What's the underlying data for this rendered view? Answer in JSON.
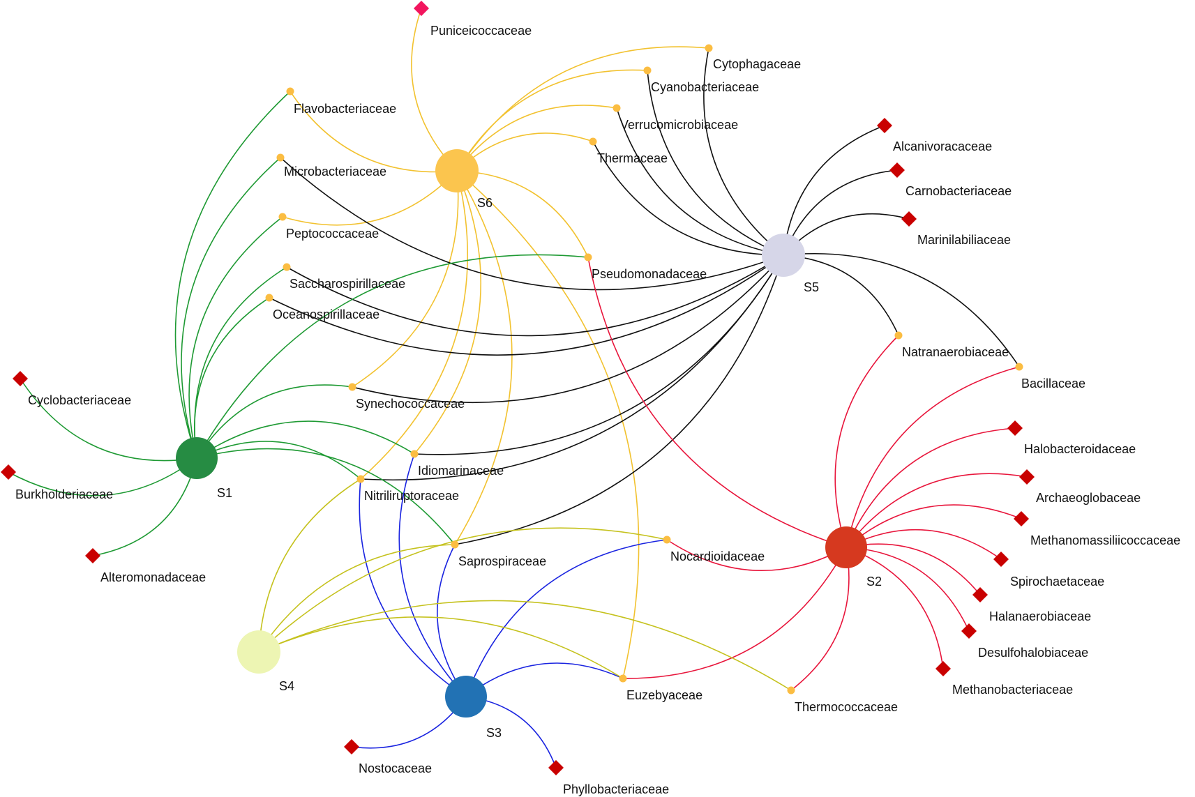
{
  "colors": {
    "S1": "#268c43",
    "S2": "#d6391f",
    "S3": "#2272b4",
    "S4": "#edf5b3",
    "S5": "#d6d6e8",
    "S6": "#fbc54e",
    "edge_S1": "#1f9a34",
    "edge_S2": "#e8163c",
    "edge_S3": "#1a24e0",
    "edge_S4": "#c5c21e",
    "edge_S5": "#111111",
    "edge_S6": "#f2c230",
    "shared_node": "#fbbd42",
    "unique_node": "#c90000",
    "unique_node_alt": "#f2155e"
  },
  "samples": [
    {
      "id": "S1",
      "label": "S1"
    },
    {
      "id": "S2",
      "label": "S2"
    },
    {
      "id": "S3",
      "label": "S3"
    },
    {
      "id": "S4",
      "label": "S4"
    },
    {
      "id": "S5",
      "label": "S5"
    },
    {
      "id": "S6",
      "label": "S6"
    }
  ],
  "families": [
    {
      "id": "puniceicoccaceae",
      "label": "Puniceicoccaceae",
      "kind": "unique",
      "color": "#f2155e"
    },
    {
      "id": "cytophagaceae",
      "label": "Cytophagaceae",
      "kind": "shared"
    },
    {
      "id": "cyanobacteriaceae",
      "label": "Cyanobacteriaceae",
      "kind": "shared"
    },
    {
      "id": "verrucomicrobiaceae",
      "label": "Verrucomicrobiaceae",
      "kind": "shared"
    },
    {
      "id": "thermaceae",
      "label": "Thermaceae",
      "kind": "shared"
    },
    {
      "id": "flavobacteriaceae",
      "label": "Flavobacteriaceae",
      "kind": "shared"
    },
    {
      "id": "microbacteriaceae",
      "label": "Microbacteriaceae",
      "kind": "shared"
    },
    {
      "id": "peptococcaceae",
      "label": "Peptococcaceae",
      "kind": "shared"
    },
    {
      "id": "saccharospirillaceae",
      "label": "Saccharospirillaceae",
      "kind": "shared"
    },
    {
      "id": "oceanospirillaceae",
      "label": "Oceanospirillaceae",
      "kind": "shared"
    },
    {
      "id": "pseudomonadaceae",
      "label": "Pseudomonadaceae",
      "kind": "shared"
    },
    {
      "id": "synechococcaceae",
      "label": "Synechococcaceae",
      "kind": "shared"
    },
    {
      "id": "idiomarinaceae",
      "label": "Idiomarinaceae",
      "kind": "shared"
    },
    {
      "id": "nitriliruptoraceae",
      "label": "Nitriliruptoraceae",
      "kind": "shared"
    },
    {
      "id": "saprospiraceae",
      "label": "Saprospiraceae",
      "kind": "shared"
    },
    {
      "id": "nocardioidaceae",
      "label": "Nocardioidaceae",
      "kind": "shared"
    },
    {
      "id": "euzebyaceae",
      "label": "Euzebyaceae",
      "kind": "shared"
    },
    {
      "id": "thermococcaceae",
      "label": "Thermococcaceae",
      "kind": "shared"
    },
    {
      "id": "natranaerobiaceae",
      "label": "Natranaerobiaceae",
      "kind": "shared"
    },
    {
      "id": "bacillaceae",
      "label": "Bacillaceae",
      "kind": "shared"
    },
    {
      "id": "alcanivoracaceae",
      "label": "Alcanivoracaceae",
      "kind": "unique"
    },
    {
      "id": "carnobacteriaceae",
      "label": "Carnobacteriaceae",
      "kind": "unique"
    },
    {
      "id": "marinilabiliaceae",
      "label": "Marinilabiliaceae",
      "kind": "unique"
    },
    {
      "id": "cyclobacteriaceae",
      "label": "Cyclobacteriaceae",
      "kind": "unique"
    },
    {
      "id": "burkholderiaceae",
      "label": "Burkholderiaceae",
      "kind": "unique"
    },
    {
      "id": "alteromonadaceae",
      "label": "Alteromonadaceae",
      "kind": "unique"
    },
    {
      "id": "halobacteroidaceae",
      "label": "Halobacteroidaceae",
      "kind": "unique"
    },
    {
      "id": "archaeoglobaceae",
      "label": "Archaeoglobaceae",
      "kind": "unique"
    },
    {
      "id": "methanomassiliicoccaceae",
      "label": "Methanomassiliicoccaceae",
      "kind": "unique"
    },
    {
      "id": "spirochaetaceae",
      "label": "Spirochaetaceae",
      "kind": "unique"
    },
    {
      "id": "halanaerobiaceae",
      "label": "Halanaerobiaceae",
      "kind": "unique"
    },
    {
      "id": "desulfohalobiaceae",
      "label": "Desulfohalobiaceae",
      "kind": "unique"
    },
    {
      "id": "methanobacteriaceae",
      "label": "Methanobacteriaceae",
      "kind": "unique"
    },
    {
      "id": "nostocaceae",
      "label": "Nostocaceae",
      "kind": "unique"
    },
    {
      "id": "phyllobacteriaceae",
      "label": "Phyllobacteriaceae",
      "kind": "unique"
    }
  ],
  "edges": [
    {
      "sample": "S6",
      "family": "puniceicoccaceae"
    },
    {
      "sample": "S6",
      "family": "cytophagaceae"
    },
    {
      "sample": "S6",
      "family": "cyanobacteriaceae"
    },
    {
      "sample": "S6",
      "family": "verrucomicrobiaceae"
    },
    {
      "sample": "S6",
      "family": "thermaceae"
    },
    {
      "sample": "S6",
      "family": "flavobacteriaceae"
    },
    {
      "sample": "S6",
      "family": "peptococcaceae"
    },
    {
      "sample": "S6",
      "family": "pseudomonadaceae"
    },
    {
      "sample": "S6",
      "family": "synechococcaceae"
    },
    {
      "sample": "S6",
      "family": "idiomarinaceae"
    },
    {
      "sample": "S6",
      "family": "nitriliruptoraceae"
    },
    {
      "sample": "S6",
      "family": "saprospiraceae"
    },
    {
      "sample": "S6",
      "family": "euzebyaceae"
    },
    {
      "sample": "S5",
      "family": "cytophagaceae"
    },
    {
      "sample": "S5",
      "family": "cyanobacteriaceae"
    },
    {
      "sample": "S5",
      "family": "verrucomicrobiaceae"
    },
    {
      "sample": "S5",
      "family": "thermaceae"
    },
    {
      "sample": "S5",
      "family": "microbacteriaceae"
    },
    {
      "sample": "S5",
      "family": "saccharospirillaceae"
    },
    {
      "sample": "S5",
      "family": "oceanospirillaceae"
    },
    {
      "sample": "S5",
      "family": "synechococcaceae"
    },
    {
      "sample": "S5",
      "family": "idiomarinaceae"
    },
    {
      "sample": "S5",
      "family": "nitriliruptoraceae"
    },
    {
      "sample": "S5",
      "family": "saprospiraceae"
    },
    {
      "sample": "S5",
      "family": "natranaerobiaceae"
    },
    {
      "sample": "S5",
      "family": "bacillaceae"
    },
    {
      "sample": "S5",
      "family": "alcanivoracaceae"
    },
    {
      "sample": "S5",
      "family": "carnobacteriaceae"
    },
    {
      "sample": "S5",
      "family": "marinilabiliaceae"
    },
    {
      "sample": "S1",
      "family": "flavobacteriaceae"
    },
    {
      "sample": "S1",
      "family": "microbacteriaceae"
    },
    {
      "sample": "S1",
      "family": "peptococcaceae"
    },
    {
      "sample": "S1",
      "family": "saccharospirillaceae"
    },
    {
      "sample": "S1",
      "family": "oceanospirillaceae"
    },
    {
      "sample": "S1",
      "family": "pseudomonadaceae"
    },
    {
      "sample": "S1",
      "family": "synechococcaceae"
    },
    {
      "sample": "S1",
      "family": "idiomarinaceae"
    },
    {
      "sample": "S1",
      "family": "nitriliruptoraceae"
    },
    {
      "sample": "S1",
      "family": "saprospiraceae"
    },
    {
      "sample": "S1",
      "family": "cyclobacteriaceae"
    },
    {
      "sample": "S1",
      "family": "burkholderiaceae"
    },
    {
      "sample": "S1",
      "family": "alteromonadaceae"
    },
    {
      "sample": "S2",
      "family": "pseudomonadaceae"
    },
    {
      "sample": "S2",
      "family": "natranaerobiaceae"
    },
    {
      "sample": "S2",
      "family": "bacillaceae"
    },
    {
      "sample": "S2",
      "family": "nocardioidaceae"
    },
    {
      "sample": "S2",
      "family": "euzebyaceae"
    },
    {
      "sample": "S2",
      "family": "thermococcaceae"
    },
    {
      "sample": "S2",
      "family": "halobacteroidaceae"
    },
    {
      "sample": "S2",
      "family": "archaeoglobaceae"
    },
    {
      "sample": "S2",
      "family": "methanomassiliicoccaceae"
    },
    {
      "sample": "S2",
      "family": "spirochaetaceae"
    },
    {
      "sample": "S2",
      "family": "halanaerobiaceae"
    },
    {
      "sample": "S2",
      "family": "desulfohalobiaceae"
    },
    {
      "sample": "S2",
      "family": "methanobacteriaceae"
    },
    {
      "sample": "S3",
      "family": "idiomarinaceae"
    },
    {
      "sample": "S3",
      "family": "nitriliruptoraceae"
    },
    {
      "sample": "S3",
      "family": "saprospiraceae"
    },
    {
      "sample": "S3",
      "family": "nocardioidaceae"
    },
    {
      "sample": "S3",
      "family": "euzebyaceae"
    },
    {
      "sample": "S3",
      "family": "nostocaceae"
    },
    {
      "sample": "S3",
      "family": "phyllobacteriaceae"
    },
    {
      "sample": "S4",
      "family": "nitriliruptoraceae"
    },
    {
      "sample": "S4",
      "family": "saprospiraceae"
    },
    {
      "sample": "S4",
      "family": "nocardioidaceae"
    },
    {
      "sample": "S4",
      "family": "euzebyaceae"
    },
    {
      "sample": "S4",
      "family": "thermococcaceae"
    }
  ]
}
